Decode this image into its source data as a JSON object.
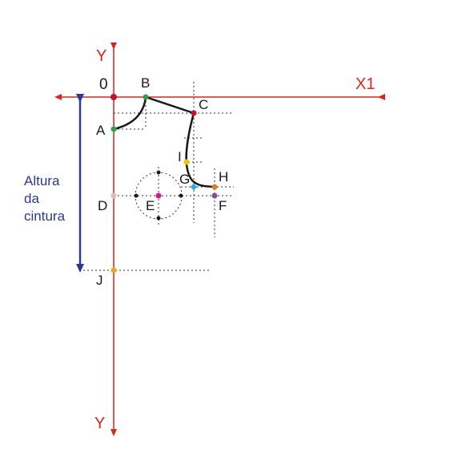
{
  "axes": {
    "y_top_label": "Y",
    "y_bottom_label": "Y",
    "x_label": "X1",
    "origin_label": "0",
    "axis_color": "#d7261e"
  },
  "points": {
    "A": {
      "label": "A",
      "color": "#2e9e4f"
    },
    "B": {
      "label": "B",
      "color": "#2e9e4f"
    },
    "C": {
      "label": "C",
      "color": "#c8102e"
    },
    "D": {
      "label": "D",
      "color": "#e9b4c4"
    },
    "E": {
      "label": "E",
      "color": "#d6168c"
    },
    "F": {
      "label": "F",
      "color": "#8e4b9c"
    },
    "G": {
      "label": "G",
      "color": "#27a9e1"
    },
    "H": {
      "label": "H",
      "color": "#e07b22"
    },
    "I": {
      "label": "I",
      "color": "#f2c200"
    },
    "J": {
      "label": "J",
      "color": "#f4a521"
    }
  },
  "measure": {
    "line1": "Altura",
    "line2": "da",
    "line3": "cintura",
    "color": "#2b3990"
  }
}
